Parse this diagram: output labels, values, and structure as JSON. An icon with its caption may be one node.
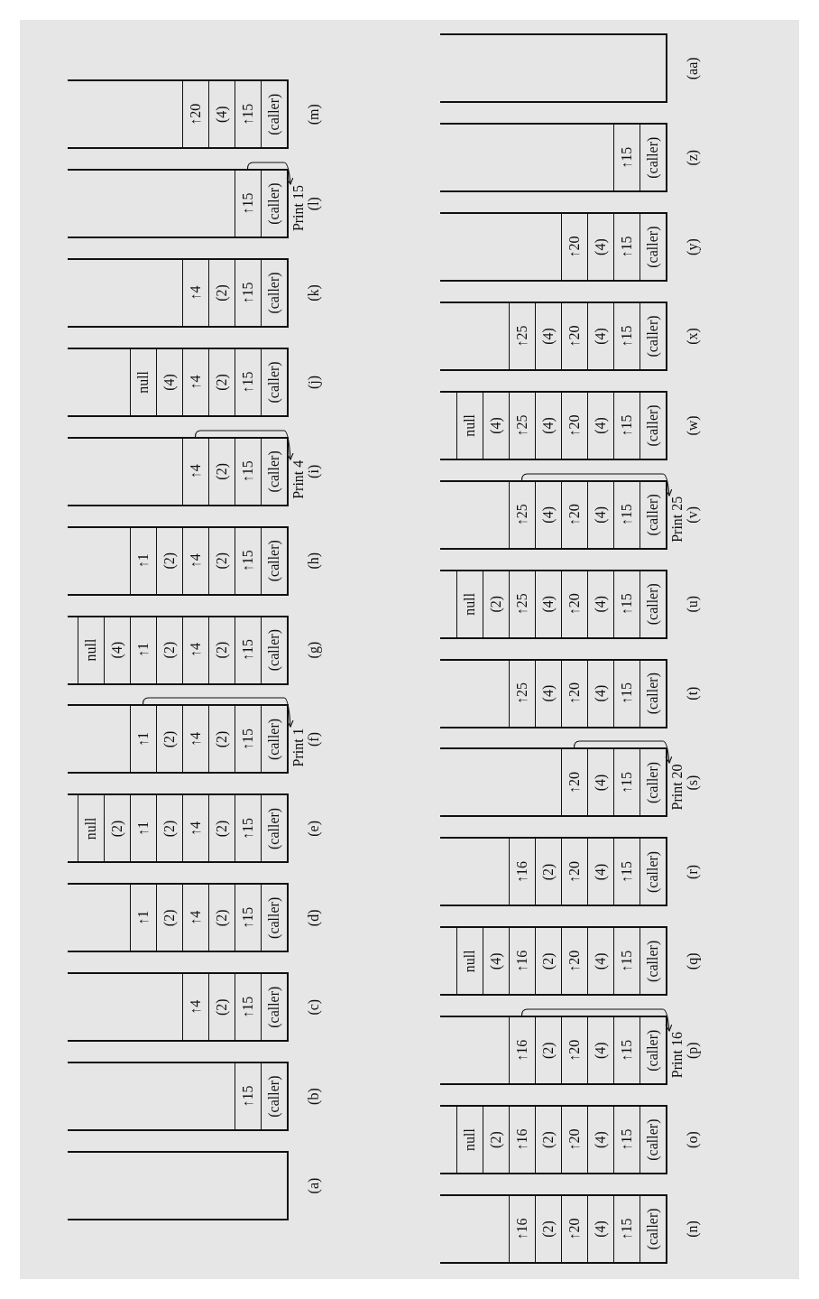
{
  "diagram": {
    "nodes": [
      {
        "text": [],
        "shape": "box",
        "beside": [
          "(a)"
        ]
      },
      {
        "text": [],
        "shape": "box",
        "beside": [
          "(b)"
        ]
      },
      {
        "text": [
          "↑15"
        ],
        "in": 1
      },
      {
        "text": [
          "(caller)"
        ],
        "in": 1
      },
      {
        "text": [],
        "shape": "box",
        "beside": [
          "(c)"
        ]
      },
      {
        "text": [
          "↑4"
        ],
        "in": 4
      },
      {
        "text": [
          "(2)"
        ],
        "in": 4
      },
      {
        "text": [
          "↑15"
        ],
        "in": 4
      },
      {
        "text": [
          "(caller)"
        ],
        "in": 4
      },
      {
        "text": [],
        "shape": "box",
        "beside": [
          "(d)"
        ]
      },
      {
        "text": [
          "↑1"
        ],
        "in": 9
      },
      {
        "text": [
          "(2)"
        ],
        "in": 9
      },
      {
        "text": [
          "↑4"
        ],
        "in": 9
      },
      {
        "text": [
          "(2)"
        ],
        "in": 9
      },
      {
        "text": [
          "↑15"
        ],
        "in": 9
      },
      {
        "text": [
          "(caller)"
        ],
        "in": 9
      },
      {
        "text": [],
        "shape": "box",
        "beside": [
          "(e)"
        ]
      },
      {
        "text": [
          "null"
        ],
        "in": 16
      },
      {
        "text": [
          "(2)"
        ],
        "in": 16
      },
      {
        "text": [
          "↑1"
        ],
        "in": 16
      },
      {
        "text": [
          "(2)"
        ],
        "in": 16
      },
      {
        "text": [
          "↑4"
        ],
        "in": 16
      },
      {
        "text": [
          "(2)"
        ],
        "in": 16
      },
      {
        "text": [
          "↑15"
        ],
        "in": 16
      },
      {
        "text": [
          "(caller)"
        ],
        "in": 16
      },
      {
        "text": [],
        "shape": "box"
      },
      {
        "text": [
          "↑1"
        ],
        "in": 25
      },
      {
        "text": [
          "(2)"
        ],
        "in": 25
      },
      {
        "text": [
          "↑4"
        ],
        "in": 25
      },
      {
        "text": [
          "(2)"
        ],
        "in": 25
      },
      {
        "text": [
          "↑15"
        ],
        "in": 25
      },
      {
        "text": [
          "(caller)"
        ],
        "in": 25
      },
      {
        "text": [
          "Print 1"
        ],
        "beside": [
          "(f)"
        ]
      },
      {
        "text": [],
        "shape": "box",
        "beside": [
          "(g)"
        ]
      },
      {
        "text": [
          "null"
        ],
        "in": 33
      },
      {
        "text": [
          "(4)"
        ],
        "in": 33
      },
      {
        "text": [
          "↑1"
        ],
        "in": 33
      },
      {
        "text": [
          "(2)"
        ],
        "in": 33
      },
      {
        "text": [
          "↑4"
        ],
        "in": 33
      },
      {
        "text": [
          "(2)"
        ],
        "in": 33
      },
      {
        "text": [
          "↑15"
        ],
        "in": 33
      },
      {
        "text": [
          "(caller)"
        ],
        "in": 33
      },
      {
        "text": [],
        "shape": "box",
        "beside": [
          "(h)"
        ]
      },
      {
        "text": [
          "↑1"
        ],
        "in": 42
      },
      {
        "text": [
          "(2)"
        ],
        "in": 42
      },
      {
        "text": [
          "↑4"
        ],
        "in": 42
      },
      {
        "text": [
          "(2)"
        ],
        "in": 42
      },
      {
        "text": [
          "↑15"
        ],
        "in": 42
      },
      {
        "text": [
          "(caller)"
        ],
        "in": 42
      },
      {
        "text": [],
        "shape": "box"
      },
      {
        "text": [
          "↑4"
        ],
        "in": 49
      },
      {
        "text": [
          "(2)"
        ],
        "in": 49
      },
      {
        "text": [
          "↑15"
        ],
        "in": 49
      },
      {
        "text": [
          "(caller)"
        ],
        "in": 49
      },
      {
        "text": [
          "Print 4"
        ],
        "beside": [
          "(i)"
        ]
      },
      {
        "text": [],
        "shape": "box",
        "beside": [
          "(j)"
        ]
      },
      {
        "text": [
          "null"
        ],
        "in": 55
      },
      {
        "text": [
          "(4)"
        ],
        "in": 55
      },
      {
        "text": [
          "↑4"
        ],
        "in": 55
      },
      {
        "text": [
          "(2)"
        ],
        "in": 55
      },
      {
        "text": [
          "↑15"
        ],
        "in": 55
      },
      {
        "text": [
          "(caller)"
        ],
        "in": 55
      },
      {
        "text": [],
        "shape": "box",
        "beside": [
          "(k)"
        ]
      },
      {
        "text": [
          "↑4"
        ],
        "in": 62
      },
      {
        "text": [
          "(2)"
        ],
        "in": 62
      },
      {
        "text": [
          "↑15"
        ],
        "in": 62
      },
      {
        "text": [
          "(caller)"
        ],
        "in": 62
      },
      {
        "text": [],
        "shape": "box"
      },
      {
        "text": [
          "↑15"
        ],
        "in": 67
      },
      {
        "text": [
          "(caller)"
        ],
        "in": 67
      },
      {
        "text": [
          "Print 15"
        ],
        "beside": [
          "(l)"
        ]
      },
      {
        "text": [],
        "shape": "box",
        "beside": [
          "(m)"
        ]
      },
      {
        "text": [
          "↑20"
        ],
        "in": 71
      },
      {
        "text": [
          "(4)"
        ],
        "in": 71
      },
      {
        "text": [
          "↑15"
        ],
        "in": 71
      },
      {
        "text": [
          "(caller)"
        ],
        "in": 71
      },
      {
        "text": [],
        "shape": "box",
        "beside": [
          "(n)"
        ]
      },
      {
        "text": [
          "↑16"
        ],
        "in": 76
      },
      {
        "text": [
          "(2)"
        ],
        "in": 76
      },
      {
        "text": [
          "↑20"
        ],
        "in": 76
      },
      {
        "text": [
          "(4)"
        ],
        "in": 76
      },
      {
        "text": [
          "↑15"
        ],
        "in": 76
      },
      {
        "text": [
          "(caller)"
        ],
        "in": 76
      },
      {
        "text": [],
        "shape": "box",
        "beside": [
          "(o)"
        ]
      },
      {
        "text": [
          "null"
        ],
        "in": 83
      },
      {
        "text": [
          "(2)"
        ],
        "in": 83
      },
      {
        "text": [
          "↑16"
        ],
        "in": 83
      },
      {
        "text": [
          "(2)"
        ],
        "in": 83
      },
      {
        "text": [
          "↑20"
        ],
        "in": 83
      },
      {
        "text": [
          "(4)"
        ],
        "in": 83
      },
      {
        "text": [
          "↑15"
        ],
        "in": 83
      },
      {
        "text": [
          "(caller)"
        ],
        "in": 83
      },
      {
        "text": [],
        "shape": "box"
      },
      {
        "text": [
          "↑16"
        ],
        "in": 92
      },
      {
        "text": [
          "(2)"
        ],
        "in": 92
      },
      {
        "text": [
          "↑20"
        ],
        "in": 92
      },
      {
        "text": [
          "(4)"
        ],
        "in": 92
      },
      {
        "text": [
          "↑15"
        ],
        "in": 92
      },
      {
        "text": [
          "(caller)"
        ],
        "in": 92
      },
      {
        "text": [
          "Print 16"
        ],
        "beside": [
          "(p)"
        ]
      },
      {
        "text": [],
        "shape": "box",
        "beside": [
          "(q)"
        ]
      },
      {
        "text": [
          "null"
        ],
        "in": 100
      },
      {
        "text": [
          "(4)"
        ],
        "in": 100
      },
      {
        "text": [
          "↑16"
        ],
        "in": 100
      },
      {
        "text": [
          "(2)"
        ],
        "in": 100
      },
      {
        "text": [
          "↑20"
        ],
        "in": 100
      },
      {
        "text": [
          "(4)"
        ],
        "in": 100
      },
      {
        "text": [
          "↑15"
        ],
        "in": 100
      },
      {
        "text": [
          "(caller)"
        ],
        "in": 100
      },
      {
        "text": [],
        "shape": "box",
        "beside": [
          "(r)"
        ]
      },
      {
        "text": [
          "↑16"
        ],
        "in": 109
      },
      {
        "text": [
          "(2)"
        ],
        "in": 109
      },
      {
        "text": [
          "↑20"
        ],
        "in": 109
      },
      {
        "text": [
          "(4)"
        ],
        "in": 109
      },
      {
        "text": [
          "↑15"
        ],
        "in": 109
      },
      {
        "text": [
          "(caller)"
        ],
        "in": 109
      },
      {
        "text": [],
        "shape": "box"
      },
      {
        "text": [
          "↑20"
        ],
        "in": 116
      },
      {
        "text": [
          "(4)"
        ],
        "in": 116
      },
      {
        "text": [
          "↑15"
        ],
        "in": 116
      },
      {
        "text": [
          "(caller)"
        ],
        "in": 116
      },
      {
        "text": [
          "Print 20"
        ],
        "beside": [
          "(s)"
        ]
      },
      {
        "text": [],
        "shape": "box",
        "beside": [
          "(t)"
        ]
      },
      {
        "text": [
          "↑25"
        ],
        "in": 122
      },
      {
        "text": [
          "(4)"
        ],
        "in": 122
      },
      {
        "text": [
          "↑20"
        ],
        "in": 122
      },
      {
        "text": [
          "(4)"
        ],
        "in": 122
      },
      {
        "text": [
          "↑15"
        ],
        "in": 122
      },
      {
        "text": [
          "(caller)"
        ],
        "in": 122
      },
      {
        "text": [],
        "shape": "box",
        "beside": [
          "(u)"
        ]
      },
      {
        "text": [
          "null"
        ],
        "in": 129
      },
      {
        "text": [
          "(2)"
        ],
        "in": 129
      },
      {
        "text": [
          "↑25"
        ],
        "in": 129
      },
      {
        "text": [
          "(4)"
        ],
        "in": 129
      },
      {
        "text": [
          "↑20"
        ],
        "in": 129
      },
      {
        "text": [
          "(4)"
        ],
        "in": 129
      },
      {
        "text": [
          "↑15"
        ],
        "in": 129
      },
      {
        "text": [
          "(caller)"
        ],
        "in": 129
      },
      {
        "text": [],
        "shape": "box"
      },
      {
        "text": [
          "↑25"
        ],
        "in": 138
      },
      {
        "text": [
          "(4)"
        ],
        "in": 138
      },
      {
        "text": [
          "↑20"
        ],
        "in": 138
      },
      {
        "text": [
          "(4)"
        ],
        "in": 138
      },
      {
        "text": [
          "↑15"
        ],
        "in": 138
      },
      {
        "text": [
          "(caller)"
        ],
        "in": 138
      },
      {
        "text": [
          "Print 25"
        ],
        "beside": [
          "(v)"
        ]
      },
      {
        "text": [],
        "shape": "box",
        "beside": [
          "(w)"
        ]
      },
      {
        "text": [
          "null"
        ],
        "in": 146
      },
      {
        "text": [
          "(4)"
        ],
        "in": 146
      },
      {
        "text": [
          "↑25"
        ],
        "in": 146
      },
      {
        "text": [
          "(4)"
        ],
        "in": 146
      },
      {
        "text": [
          "↑20"
        ],
        "in": 146
      },
      {
        "text": [
          "(4)"
        ],
        "in": 146
      },
      {
        "text": [
          "↑15"
        ],
        "in": 146
      },
      {
        "text": [
          "(caller)"
        ],
        "in": 146
      },
      {
        "text": [],
        "shape": "box",
        "beside": [
          "(x)"
        ]
      },
      {
        "text": [
          "↑25"
        ],
        "in": 155
      },
      {
        "text": [
          "(4)"
        ],
        "in": 155
      },
      {
        "text": [
          "↑20"
        ],
        "in": 155
      },
      {
        "text": [
          "(4)"
        ],
        "in": 155
      },
      {
        "text": [
          "↑15"
        ],
        "in": 155
      },
      {
        "text": [
          "(caller)"
        ],
        "in": 155
      },
      {
        "text": [],
        "shape": "box",
        "beside": [
          "(y)"
        ]
      },
      {
        "text": [
          "↑20"
        ],
        "in": 162
      },
      {
        "text": [
          "(4)"
        ],
        "in": 162
      },
      {
        "text": [
          "↑15"
        ],
        "in": 162
      },
      {
        "text": [
          "(caller)"
        ],
        "in": 162
      },
      {
        "text": [],
        "shape": "box",
        "beside": [
          "(z)"
        ]
      },
      {
        "text": [
          "↑15"
        ],
        "in": 167
      },
      {
        "text": [
          "(caller)"
        ],
        "in": 167
      },
      {
        "text": [],
        "shape": "box",
        "beside": [
          "(aa)"
        ]
      }
    ],
    "edges": [
      {
        "from": 26,
        "to": 32,
        "arrow": "to"
      },
      {
        "from": 50,
        "to": 54,
        "arrow": "to"
      },
      {
        "from": 68,
        "to": 70,
        "arrow": "to"
      },
      {
        "from": 93,
        "to": 99,
        "arrow": "to"
      },
      {
        "from": 117,
        "to": 121,
        "arrow": "to"
      },
      {
        "from": 139,
        "to": 145,
        "arrow": "to"
      }
    ]
  }
}
